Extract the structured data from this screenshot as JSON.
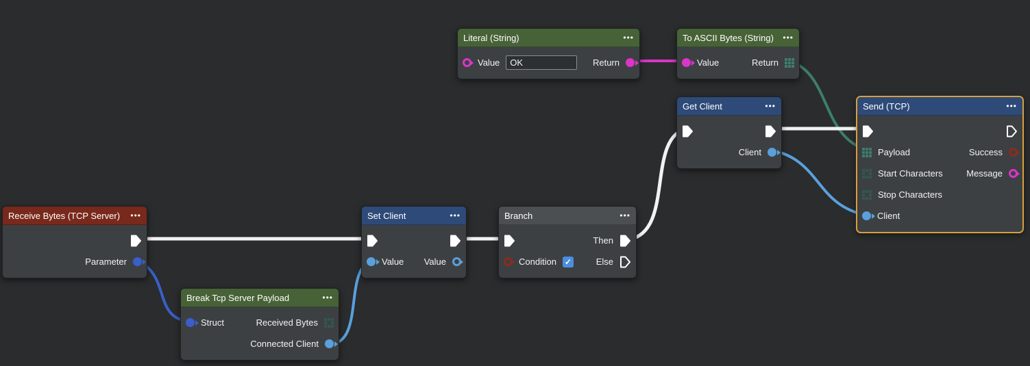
{
  "colors": {
    "background": "#2a2c2d",
    "node_body": "#3d4043",
    "header_green": "#476237",
    "header_blue": "#2e4a78",
    "header_red": "#78291b",
    "header_gray": "#4c4f52",
    "selection_border": "#d9a03c",
    "wire_exec": "#f2f2f2",
    "wire_string": "#d935c8",
    "wire_bytes": "#3e7d6a",
    "wire_client": "#5aa0dc",
    "wire_struct": "#3a5fc8",
    "pin_condition": "#8c2b1c",
    "checkbox_blue": "#4b8ede"
  },
  "icons": {
    "menu": "•••",
    "check": "✓"
  },
  "nodes": {
    "literal": {
      "title": "Literal (String)",
      "value_label": "Value",
      "value": "OK",
      "return_label": "Return"
    },
    "to_ascii": {
      "title": "To ASCII Bytes (String)",
      "value_label": "Value",
      "return_label": "Return"
    },
    "get_client": {
      "title": "Get Client",
      "client_label": "Client"
    },
    "send_tcp": {
      "title": "Send (TCP)",
      "payload_label": "Payload",
      "start_chars_label": "Start Characters",
      "stop_chars_label": "Stop Characters",
      "client_label": "Client",
      "success_label": "Success",
      "message_label": "Message"
    },
    "receive_bytes": {
      "title": "Receive Bytes (TCP Server)",
      "parameter_label": "Parameter"
    },
    "break_payload": {
      "title": "Break Tcp Server Payload",
      "struct_label": "Struct",
      "received_bytes_label": "Received Bytes",
      "connected_client_label": "Connected Client"
    },
    "set_client": {
      "title": "Set Client",
      "value_in_label": "Value",
      "value_out_label": "Value"
    },
    "branch": {
      "title": "Branch",
      "condition_label": "Condition",
      "condition_checked": true,
      "then_label": "Then",
      "else_label": "Else"
    }
  }
}
